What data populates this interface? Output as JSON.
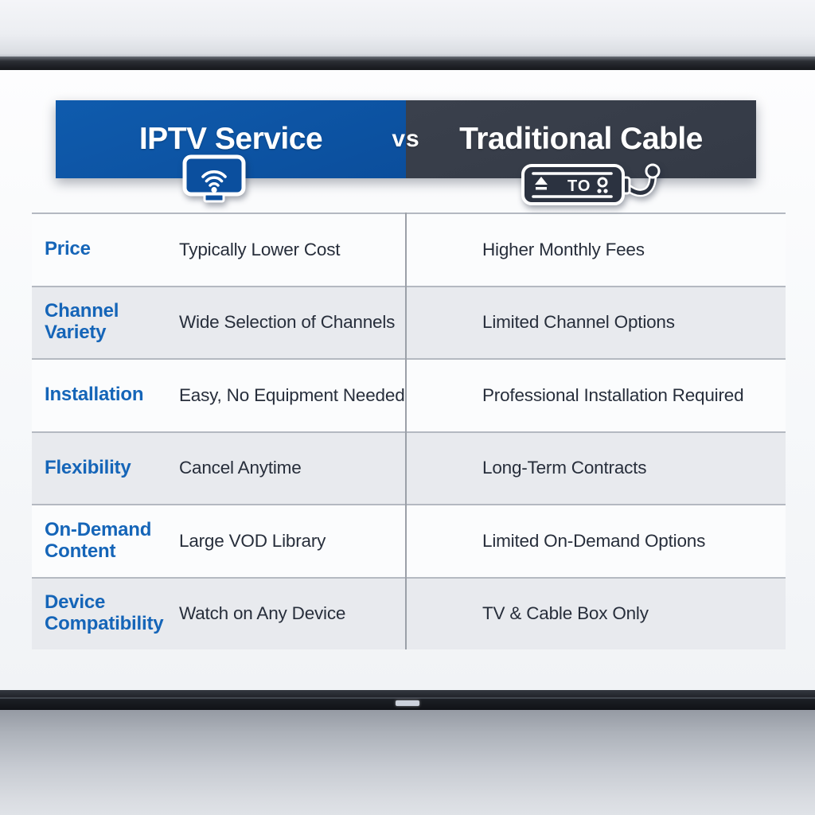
{
  "header": {
    "left_title": "IPTV Service",
    "vs_label": "vs",
    "right_title": "Traditional Cable"
  },
  "icons": {
    "iptv_icon": "smart-tv-with-wifi",
    "cable_icon": "cable-box-with-cord",
    "cable_box_text": "TO"
  },
  "table": {
    "rows": [
      {
        "label": "Price",
        "iptv": "Typically Lower Cost",
        "cable": "Higher Monthly Fees"
      },
      {
        "label": "Channel Variety",
        "iptv": "Wide Selection of Channels",
        "cable": "Limited Channel Options"
      },
      {
        "label": "Installation",
        "iptv": "Easy, No Equipment Needed",
        "cable": "Professional Installation Required"
      },
      {
        "label": "Flexibility",
        "iptv": "Cancel Anytime",
        "cable": "Long-Term Contracts"
      },
      {
        "label": "On-Demand Content",
        "iptv": "Large VOD Library",
        "cable": "Limited On-Demand Options"
      },
      {
        "label": "Device Compatibility",
        "iptv": "Watch on Any Device",
        "cable": "TV & Cable Box Only"
      }
    ]
  },
  "colors": {
    "iptv_blue": "#0f5bad",
    "cable_dark": "#343a46",
    "label_blue": "#1565b8",
    "value_text": "#272e3b",
    "row_stripe": "#e8eaee"
  }
}
